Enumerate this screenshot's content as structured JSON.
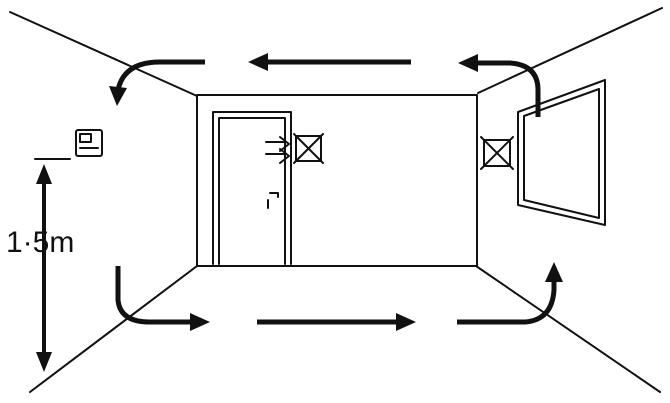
{
  "diagram": {
    "height_label": "1·5m",
    "elements": [
      "room-perspective",
      "door",
      "window",
      "thermostat",
      "air-flow-arrows",
      "blocked-vent-markers"
    ]
  }
}
